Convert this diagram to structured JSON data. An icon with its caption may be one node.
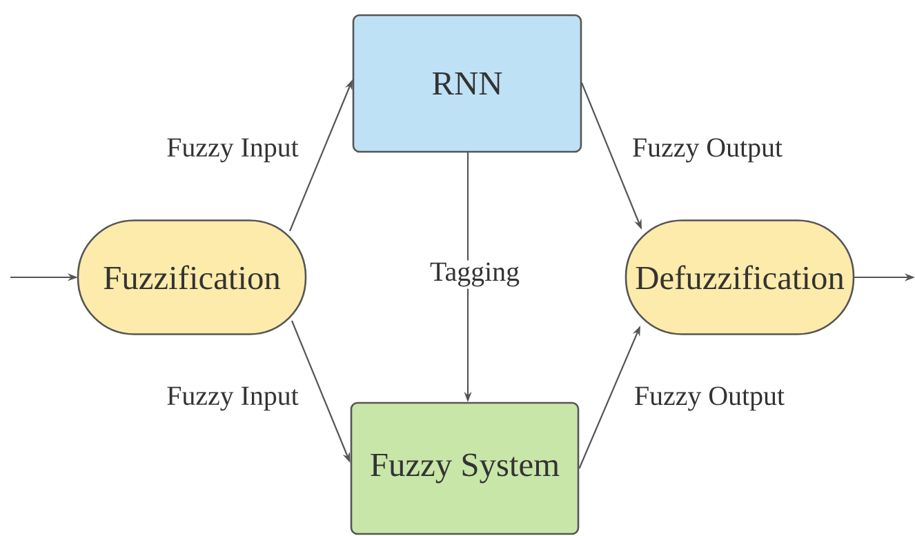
{
  "diagram": {
    "nodes": [
      {
        "text": [
          "Fuzzification"
        ]
      },
      {
        "text": [
          "RNN"
        ]
      },
      {
        "text": [
          "Fuzzy System"
        ]
      },
      {
        "text": [
          "Defuzzification"
        ]
      }
    ],
    "edges": [
      {
        "from": null,
        "to": 0,
        "arrow": "to"
      },
      {
        "from": 0,
        "to": 1,
        "arrow": "to",
        "label": "Fuzzy Input"
      },
      {
        "from": 0,
        "to": 2,
        "arrow": "to",
        "label": "Fuzzy Input"
      },
      {
        "from": 1,
        "to": 2,
        "arrow": "to",
        "label": "Tagging"
      },
      {
        "from": 1,
        "to": 3,
        "arrow": "to",
        "label": "Fuzzy Output"
      },
      {
        "from": 2,
        "to": 3,
        "arrow": "to",
        "label": "Fuzzy Output"
      },
      {
        "from": 3,
        "to": null,
        "arrow": "to"
      }
    ]
  }
}
